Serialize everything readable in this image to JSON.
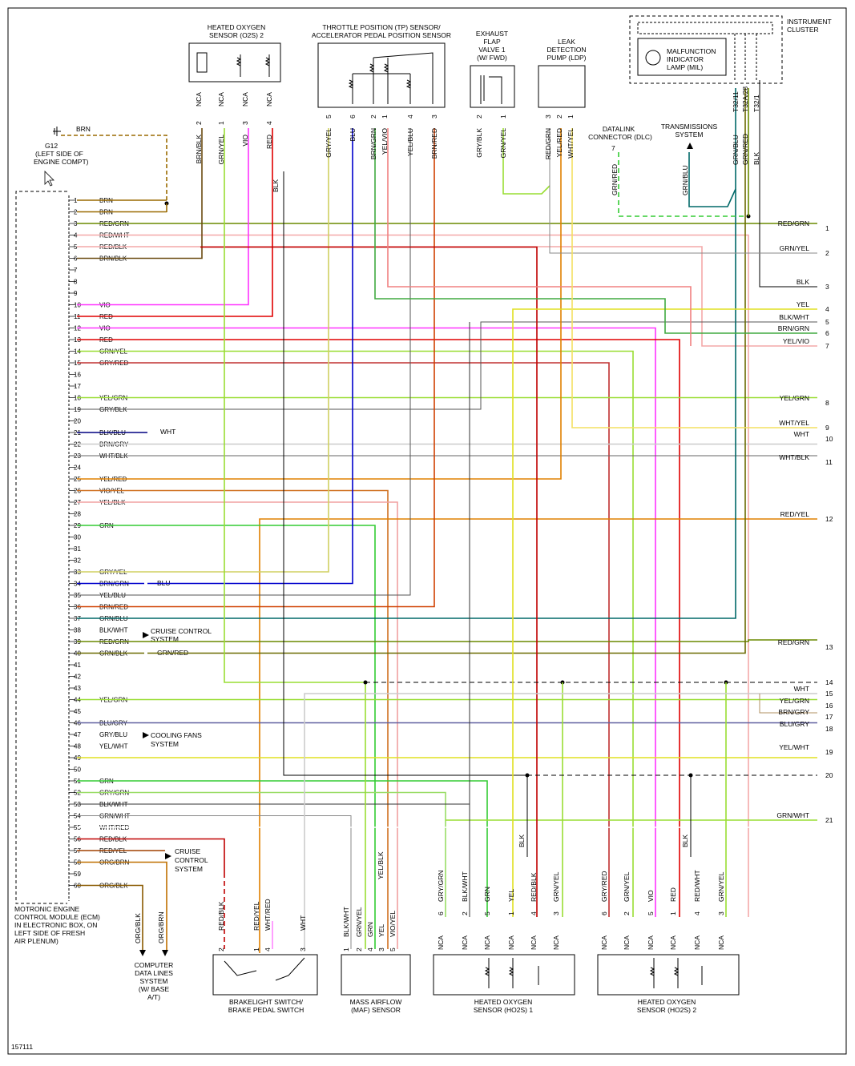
{
  "figure_id": "157111",
  "ecm": {
    "label_lines": [
      "MOTRONIC ENGINE",
      "CONTROL MODULE (ECM)",
      "IN ELECTRONIC BOX, ON",
      "LEFT SIDE OF FRESH",
      "AIR PLENUM)"
    ],
    "pins": [
      {
        "n": "1",
        "w": "BRN",
        "c": "#9a6a00"
      },
      {
        "n": "2",
        "w": "BRN",
        "c": "#9a6a00"
      },
      {
        "n": "3",
        "w": "RED/GRN",
        "c": "#7a7a00"
      },
      {
        "n": "4",
        "w": "RED/WHT",
        "c": "#f0a0a0"
      },
      {
        "n": "5",
        "w": "RED/BLK",
        "c": "#f08080"
      },
      {
        "n": "6",
        "w": "BRN/BLK",
        "c": "#7a5a10"
      },
      {
        "n": "7",
        "w": "",
        "c": ""
      },
      {
        "n": "8",
        "w": "",
        "c": ""
      },
      {
        "n": "9",
        "w": "",
        "c": ""
      },
      {
        "n": "10",
        "w": "VIO",
        "c": "#ff33ff"
      },
      {
        "n": "11",
        "w": "RED",
        "c": "#e00000"
      },
      {
        "n": "12",
        "w": "VIO",
        "c": "#ff33ff"
      },
      {
        "n": "13",
        "w": "RED",
        "c": "#e00000"
      },
      {
        "n": "14",
        "w": "GRN/YEL",
        "c": "#99e033"
      },
      {
        "n": "15",
        "w": "GRY/RED",
        "c": "#c04040"
      },
      {
        "n": "16",
        "w": "",
        "c": ""
      },
      {
        "n": "17",
        "w": "",
        "c": ""
      },
      {
        "n": "18",
        "w": "YEL/GRN",
        "c": "#99e033"
      },
      {
        "n": "19",
        "w": "GRY/BLK",
        "c": "#555555"
      },
      {
        "n": "20",
        "w": "",
        "c": ""
      },
      {
        "n": "21",
        "w": "BLK/BLU",
        "c": "#000080"
      },
      {
        "n": "22",
        "w": "BRN/GRY",
        "c": "#aaaaaa"
      },
      {
        "n": "23",
        "w": "WHT/BLK",
        "c": "#666666"
      },
      {
        "n": "24",
        "w": "",
        "c": ""
      },
      {
        "n": "25",
        "w": "YEL/RED",
        "c": "#e08000"
      },
      {
        "n": "26",
        "w": "VIO/YEL",
        "c": "#c87020"
      },
      {
        "n": "27",
        "w": "YEL/BLK",
        "c": "#c0c000"
      },
      {
        "n": "28",
        "w": "",
        "c": ""
      },
      {
        "n": "29",
        "w": "GRN",
        "c": "#33cc33"
      },
      {
        "n": "30",
        "w": "",
        "c": ""
      },
      {
        "n": "31",
        "w": "",
        "c": ""
      },
      {
        "n": "32",
        "w": "",
        "c": ""
      },
      {
        "n": "33",
        "w": "GRY/YEL",
        "c": "#d0d060"
      },
      {
        "n": "34",
        "w": "BRN/GRN",
        "c": "#0000cc"
      },
      {
        "n": "35",
        "w": "YEL/BLU",
        "c": "#555555"
      },
      {
        "n": "36",
        "w": "BRN/RED",
        "c": "#d03000"
      },
      {
        "n": "37",
        "w": "GRN/BLU",
        "c": "#006060"
      },
      {
        "n": "38",
        "w": "BLK/WHT",
        "c": ""
      },
      {
        "n": "39",
        "w": "RED/GRN",
        "c": "#7a7a00"
      },
      {
        "n": "40",
        "w": "GRN/BLK",
        "c": "#6a6a00"
      },
      {
        "n": "41",
        "w": "",
        "c": ""
      },
      {
        "n": "42",
        "w": "",
        "c": ""
      },
      {
        "n": "43",
        "w": "",
        "c": ""
      },
      {
        "n": "44",
        "w": "YEL/GRN",
        "c": "#99e033"
      },
      {
        "n": "45",
        "w": "",
        "c": ""
      },
      {
        "n": "46",
        "w": "BLU/GRY",
        "c": "#6060a0"
      },
      {
        "n": "47",
        "w": "GRY/BLU",
        "c": ""
      },
      {
        "n": "48",
        "w": "YEL/WHT",
        "c": ""
      },
      {
        "n": "49",
        "w": "",
        "c": "#e0e020"
      },
      {
        "n": "50",
        "w": "",
        "c": ""
      },
      {
        "n": "51",
        "w": "GRN",
        "c": "#33cc33"
      },
      {
        "n": "52",
        "w": "GRY/GRN",
        "c": "#99dd66"
      },
      {
        "n": "53",
        "w": "BLK/WHT",
        "c": "#333333"
      },
      {
        "n": "54",
        "w": "GRN/WHT",
        "c": "#888888"
      },
      {
        "n": "55",
        "w": "WHT/RED",
        "c": "#ff88ff"
      },
      {
        "n": "56",
        "w": "RED/BLK",
        "c": "#c00000"
      },
      {
        "n": "57",
        "w": "RED/YEL",
        "c": "#a04000"
      },
      {
        "n": "58",
        "w": "ORG/BRN",
        "c": "#c07000"
      },
      {
        "n": "59",
        "w": "",
        "c": ""
      },
      {
        "n": "60",
        "w": "ORG/BLK",
        "c": "#8a5a00"
      }
    ]
  },
  "g12": {
    "label_lines": [
      "G12",
      "(LEFT SIDE OF",
      "ENGINE COMPT)"
    ],
    "wire": "BRN"
  },
  "top_components": {
    "ho2s2_top": {
      "title_lines": [
        "HEATED OXYGEN",
        "SENSOR (O2S) 2"
      ],
      "pins": [
        "2",
        "1",
        "3",
        "4"
      ],
      "nca": [
        "NCA",
        "NCA",
        "NCA",
        "NCA"
      ],
      "wires": [
        "BRN/BLK",
        "GRN/YEL",
        "VIO",
        "RED"
      ],
      "shield_wire": "BLK"
    },
    "tp": {
      "title_lines": [
        "THROTTLE POSITION (TP) SENSOR/",
        "ACCELERATOR PEDAL POSITION SENSOR"
      ],
      "pins": [
        "5",
        "6",
        "2",
        "1",
        "4",
        "3"
      ],
      "wires": [
        "GRY/YEL",
        "BLU",
        "BRN/GRN",
        "YEL/VIO",
        "YEL/BLU",
        "BRN/RED"
      ]
    },
    "flap": {
      "title_lines": [
        "EXHAUST",
        "FLAP",
        "VALVE 1",
        "(W/ FWD)"
      ],
      "pins": [
        "2",
        "1"
      ],
      "wires": [
        "GRY/BLK",
        "GRN/YEL"
      ]
    },
    "ldp": {
      "title_lines": [
        "LEAK",
        "DETECTION",
        "PUMP (LDP)"
      ],
      "pins": [
        "3",
        "2",
        "1"
      ],
      "wires": [
        "RED/GRN",
        "YEL/RED",
        "WHT/YEL"
      ]
    },
    "dlc": {
      "title_lines": [
        "DATALINK",
        "CONNECTOR (DLC)"
      ],
      "pin": "7",
      "wire": "GRN/RED"
    },
    "trans": {
      "title_lines": [
        "TRANSMISSIONS",
        "SYSTEM"
      ],
      "wire": "GRN/BLU"
    },
    "cluster": {
      "title_lines": [
        "INSTRUMENT",
        "CLUSTER"
      ],
      "mil_lines": [
        "MALFUNCTION",
        "INDICATOR",
        "LAMP (MIL)"
      ],
      "pins": [
        "T32/11",
        "T32A/28",
        "T32/1"
      ],
      "wires": [
        "GRN/BLU",
        "GRN/RED",
        "BLK"
      ]
    }
  },
  "right_labels": [
    {
      "n": "1",
      "w": "RED/GRN"
    },
    {
      "n": "2",
      "w": "GRN/YEL"
    },
    {
      "n": "3",
      "w": "BLK"
    },
    {
      "n": "4",
      "w": "YEL"
    },
    {
      "n": "5",
      "w": "BLK/WHT"
    },
    {
      "n": "6",
      "w": "BRN/GRN"
    },
    {
      "n": "7",
      "w": "YEL/VIO"
    },
    {
      "n": "8",
      "w": "YEL/GRN"
    },
    {
      "n": "9",
      "w": "WHT/YEL"
    },
    {
      "n": "10",
      "w": "WHT"
    },
    {
      "n": "11",
      "w": "WHT/BLK"
    },
    {
      "n": "12",
      "w": "RED/YEL"
    },
    {
      "n": "13",
      "w": "RED/GRN"
    },
    {
      "n": "14",
      "w": ""
    },
    {
      "n": "15",
      "w": "WHT"
    },
    {
      "n": "16",
      "w": "YEL/GRN"
    },
    {
      "n": "17",
      "w": "BRN/GRY"
    },
    {
      "n": "18",
      "w": "BLU/GRY"
    },
    {
      "n": "19",
      "w": "YEL/WHT"
    },
    {
      "n": "20",
      "w": ""
    },
    {
      "n": "21",
      "w": "GRN/WHT"
    }
  ],
  "inline_labels": {
    "p21": "WHT",
    "p34": "BLU",
    "p40": "GRN/RED"
  },
  "side_refs": {
    "cruise1_lines": [
      "CRUISE CONTROL",
      "SYSTEM"
    ],
    "cooling_lines": [
      "COOLING FANS",
      "SYSTEM"
    ],
    "cruise2_lines": [
      "CRUISE",
      "CONTROL",
      "SYSTEM"
    ],
    "cds_lines": [
      "COMPUTER",
      "DATA LINES",
      "SYSTEM",
      "(W/ BASE",
      "A/T)"
    ],
    "cds_wires": [
      "ORG/BLK",
      "ORG/BRN"
    ]
  },
  "bottom_components": {
    "brake": {
      "title_lines": [
        "BRAKELIGHT SWITCH/",
        "BRAKE PEDAL SWITCH"
      ],
      "pins": [
        "2",
        "1",
        "4",
        "3"
      ],
      "wires": [
        "RED/BLK",
        "RED/YEL",
        "WHT/RED",
        "WHT"
      ]
    },
    "maf": {
      "title_lines": [
        "MASS AIRFLOW",
        "(MAF) SENSOR"
      ],
      "pins": [
        "1",
        "2",
        "4",
        "3",
        "5"
      ],
      "wires": [
        "BLK/WHT",
        "GRN/YEL",
        "GRN",
        "YEL",
        "VIO/YEL",
        "YEL/BLK"
      ]
    },
    "ho2s1": {
      "title_lines": [
        "HEATED OXYGEN",
        "SENSOR (HO2S) 1"
      ],
      "pins": [
        "6",
        "2",
        "5",
        "1",
        "4",
        "3"
      ],
      "nca": [
        "NCA",
        "NCA",
        "NCA",
        "NCA",
        "NCA",
        "NCA"
      ],
      "wires": [
        "GRY/GRN",
        "BLK/WHT",
        "GRN",
        "YEL",
        "RED/BLK",
        "GRN/YEL"
      ],
      "shield_wire": "BLK"
    },
    "ho2s2": {
      "title_lines": [
        "HEATED OXYGEN",
        "SENSOR (HO2S) 2"
      ],
      "pins": [
        "6",
        "2",
        "5",
        "1",
        "4",
        "3"
      ],
      "nca": [
        "NCA",
        "NCA",
        "NCA",
        "NCA",
        "NCA",
        "NCA"
      ],
      "wires": [
        "GRY/RED",
        "GRN/YEL",
        "VIO",
        "RED",
        "RED/WHT",
        "GRN/YEL"
      ],
      "shield_wire": "BLK"
    }
  }
}
